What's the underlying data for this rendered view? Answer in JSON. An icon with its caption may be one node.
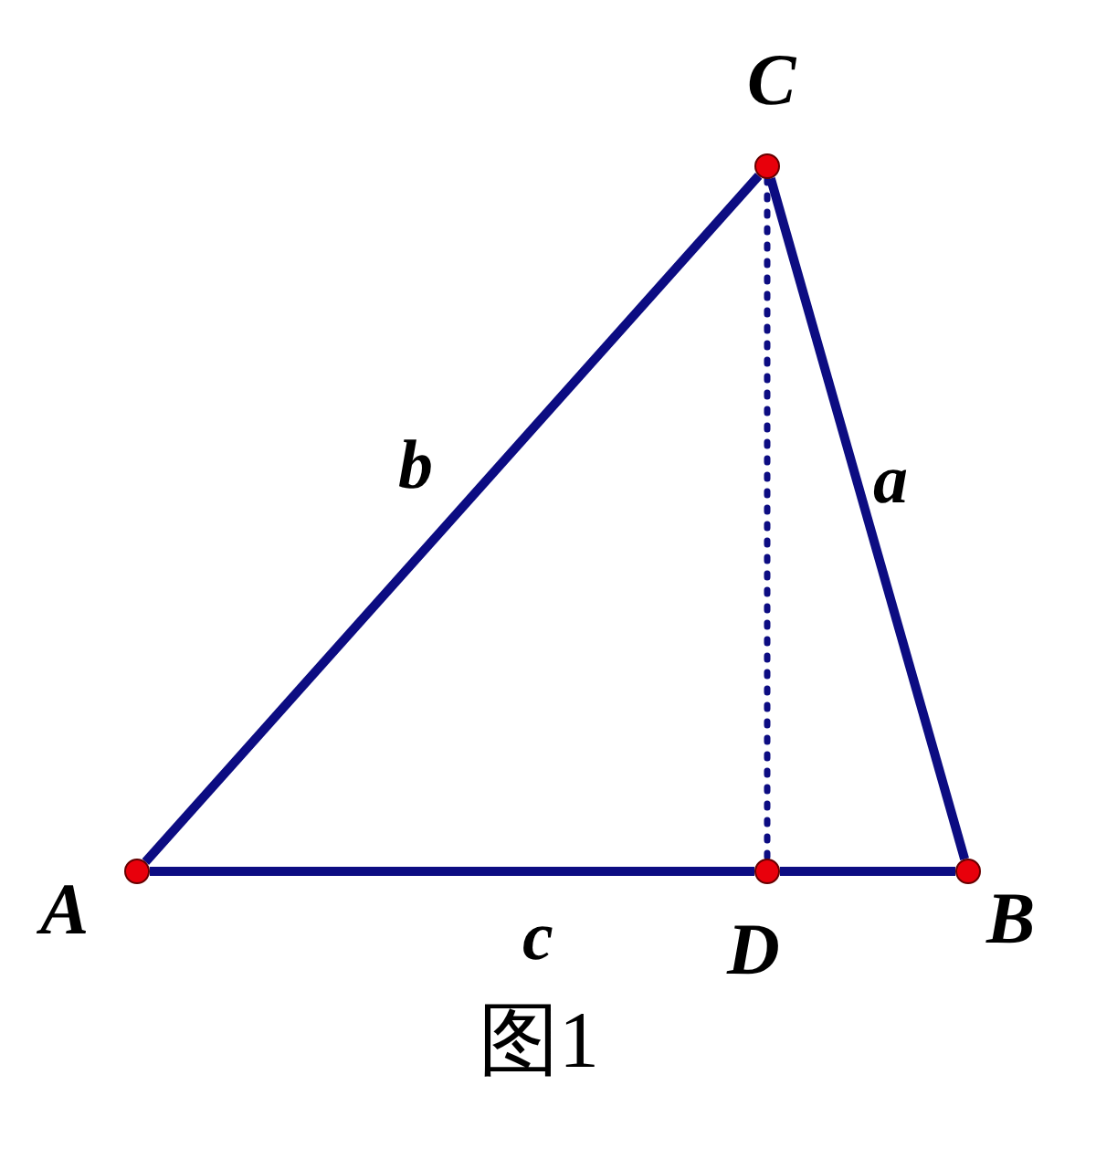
{
  "diagram": {
    "caption": "图1",
    "nodes": [
      {
        "text": [],
        "shape": "circle",
        "beside": [
          "C"
        ]
      },
      {
        "text": [],
        "shape": "circle",
        "beside": [
          "A"
        ]
      },
      {
        "text": [],
        "shape": "circle",
        "beside": [
          "D"
        ]
      },
      {
        "text": [],
        "shape": "circle",
        "beside": [
          "B"
        ]
      }
    ],
    "edges": [
      {
        "from": 1,
        "to": 0,
        "arrow": "none",
        "label": "b"
      },
      {
        "from": 0,
        "to": 3,
        "arrow": "none",
        "label": "a"
      },
      {
        "from": 1,
        "to": 2,
        "arrow": "none",
        "label": "c"
      },
      {
        "from": 2,
        "to": 3,
        "arrow": "none"
      },
      {
        "from": 0,
        "to": 2,
        "arrow": "none",
        "style": "dashed"
      }
    ]
  }
}
